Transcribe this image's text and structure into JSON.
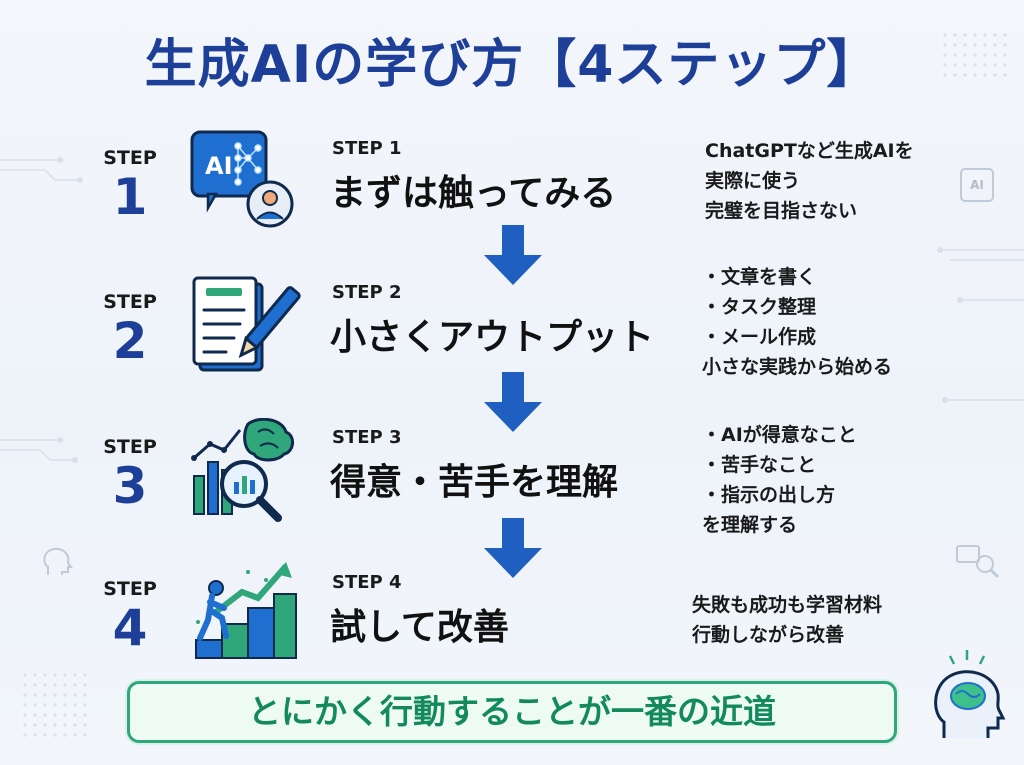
{
  "title": "生成AIの学び方【4ステップ】",
  "steps": [
    {
      "step_word": "STEP",
      "number": "1",
      "label": "STEP 1",
      "heading": "まずは触ってみる",
      "desc": [
        "ChatGPTなど生成AIを",
        "実際に使う",
        "完璧を目指さない"
      ],
      "icon": "ai-chat-icon",
      "icon_text": "AI"
    },
    {
      "step_word": "STEP",
      "number": "2",
      "label": "STEP 2",
      "heading": "小さくアウトプット",
      "desc": [
        "・文章を書く",
        "・タスク整理",
        "・メール作成",
        "小さな実践から始める"
      ],
      "icon": "document-pen-icon"
    },
    {
      "step_word": "STEP",
      "number": "3",
      "label": "STEP 3",
      "heading": "得意・苦手を理解",
      "desc": [
        "・AIが得意なこと",
        "・苦手なこと",
        "・指示の出し方",
        "を理解する"
      ],
      "icon": "analysis-brain-icon"
    },
    {
      "step_word": "STEP",
      "number": "4",
      "label": "STEP 4",
      "heading": "試して改善",
      "desc": [
        "失敗も成功も学習材料",
        "行動しながら改善"
      ],
      "icon": "growth-stairs-icon"
    }
  ],
  "banner": "とにかく行動することが一番の近道",
  "colors": {
    "navy": "#1d3f97",
    "accent_blue": "#1f6fd1",
    "green": "#2fa77a",
    "banner_text": "#138a5e"
  },
  "decor": {
    "chip_text": "AI",
    "icons": [
      "circuit-lines-icon",
      "ai-chip-icon",
      "brain-head-icon",
      "ai-magnifier-icon"
    ]
  }
}
